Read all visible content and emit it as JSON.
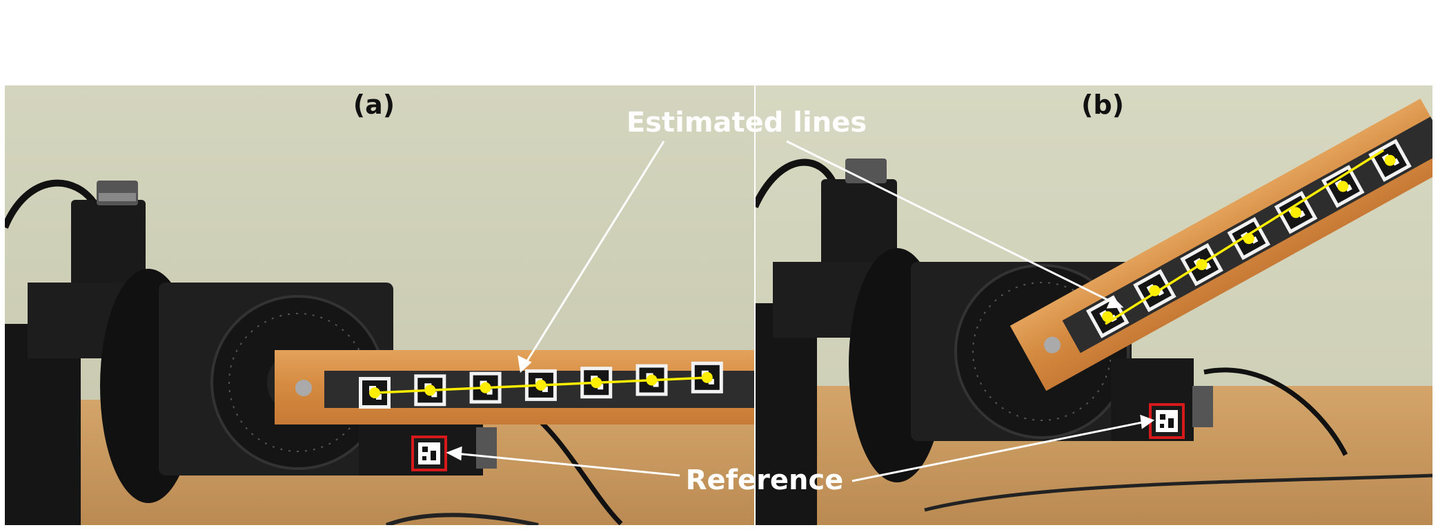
{
  "figure": {
    "panel_a_label": "(a)",
    "panel_b_label": "(b)",
    "callout_estimated": "Estimated lines",
    "callout_reference": "Reference"
  },
  "colors": {
    "wall": "#cfd0b8",
    "table": "#c79a62",
    "wood": "#d9924a",
    "estimated_line": "#ffee00",
    "reference_box": "#d7191c",
    "callout_arrow": "#ffffff"
  },
  "marker_counts": {
    "panel_a": 7,
    "panel_b": 7
  }
}
